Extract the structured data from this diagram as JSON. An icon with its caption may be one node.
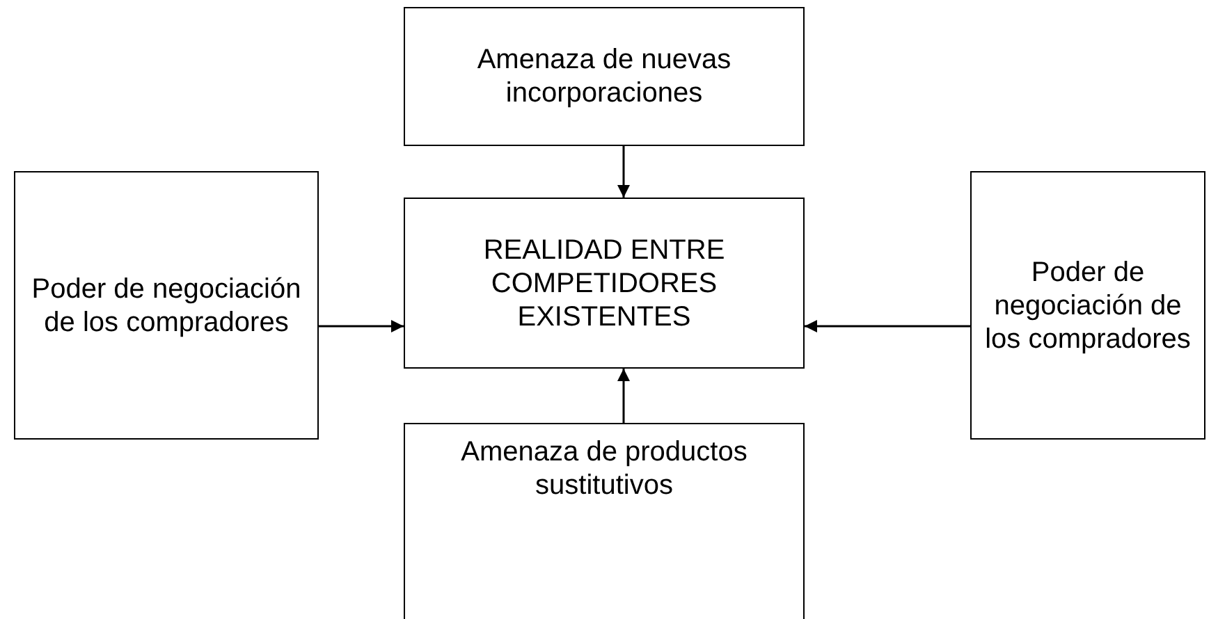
{
  "diagram": {
    "nodes": [
      {
        "text": [
          "Amenaza de nuevas incorporaciones"
        ]
      },
      {
        "text": [
          "Poder de negociación de los compradores"
        ]
      },
      {
        "text": [
          "REALIDAD ENTRE COMPETIDORES EXISTENTES"
        ]
      },
      {
        "text": [
          "Poder de negociación de los compradores"
        ]
      },
      {
        "text": [
          "Amenaza de productos sustitutivos"
        ]
      }
    ],
    "edges": [
      {
        "from": 0,
        "to": 2,
        "arrow": "to"
      },
      {
        "from": 1,
        "to": 2,
        "arrow": "to"
      },
      {
        "from": 3,
        "to": 2,
        "arrow": "to"
      },
      {
        "from": 4,
        "to": 2,
        "arrow": "to"
      }
    ]
  }
}
